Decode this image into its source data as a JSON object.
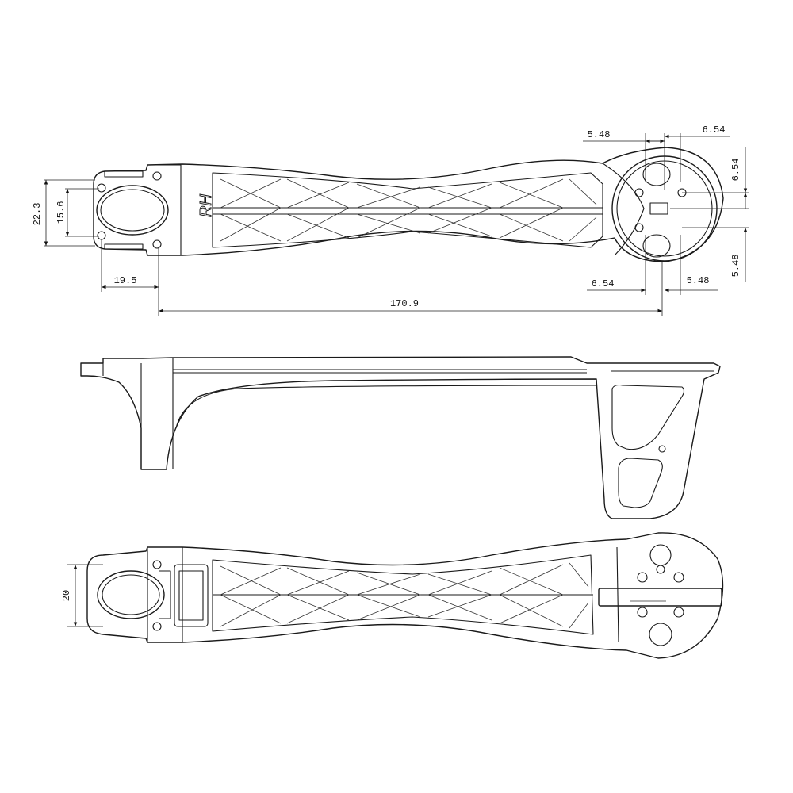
{
  "dimensions": {
    "height_22_3": "22.3",
    "height_15_6": "15.6",
    "offset_19_5": "19.5",
    "length_170_9": "170.9",
    "top_5_48": "5.48",
    "top_6_54": "6.54",
    "right_6_54": "6.54",
    "right_5_48": "5.48",
    "bottom_6_54": "6.54",
    "bottom_5_48": "5.48",
    "width_20": "20"
  },
  "part_marking": "RH"
}
